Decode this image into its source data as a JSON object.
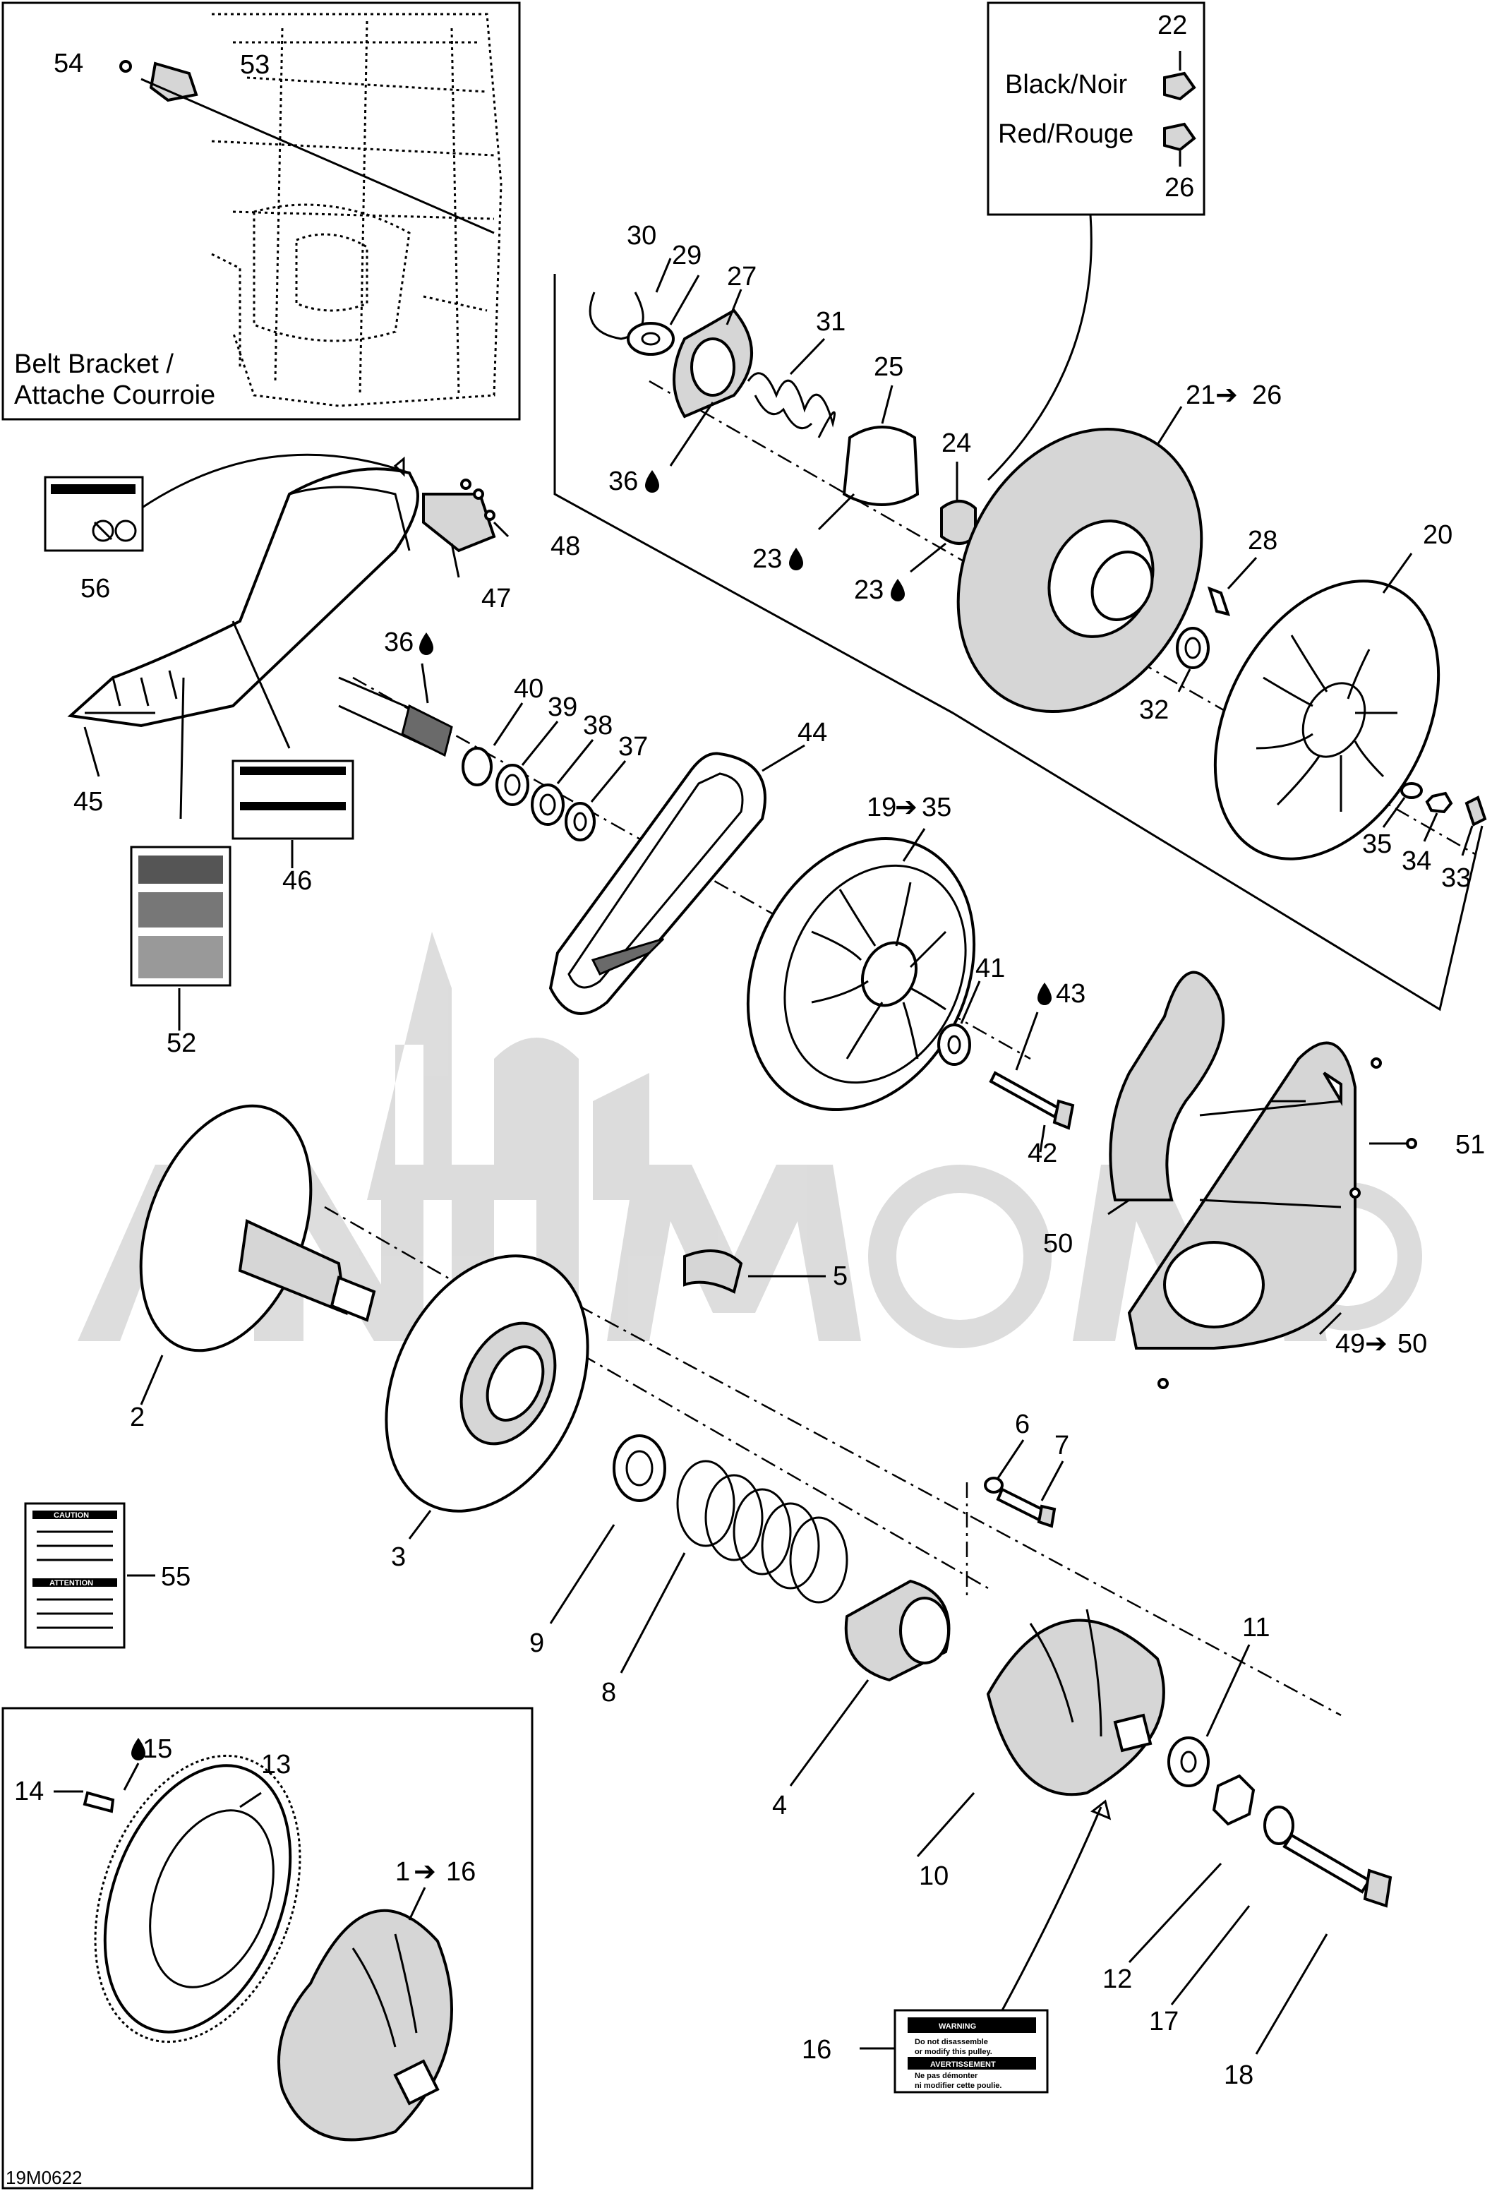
{
  "diagram_code": "19M0622",
  "inset_belt_bracket": {
    "title_line1": "Belt Bracket /",
    "title_line2": "Attache Courroie"
  },
  "color_key": {
    "black": "Black/Noir",
    "red": "Red/Rouge"
  },
  "stickers": {
    "warning": "WARNING",
    "warning_text_1": "Do not disassemble",
    "warning_text_2": "or modify this pulley.",
    "avertissement": "AVERTISSEMENT",
    "avert_text_1": "Ne pas démonter",
    "avert_text_2": "ni modifier cette poulie.",
    "caution": "CAUTION",
    "attention": "ATTENTION"
  },
  "labels": {
    "l1": "1",
    "l1to16": "16",
    "l2": "2",
    "l3": "3",
    "l4": "4",
    "l5": "5",
    "l6": "6",
    "l7": "7",
    "l8": "8",
    "l9": "9",
    "l10": "10",
    "l11": "11",
    "l12": "12",
    "l13": "13",
    "l14": "14",
    "l15": "15",
    "l16": "16",
    "l17": "17",
    "l18": "18",
    "l19": "19",
    "l19to35": "35",
    "l20": "20",
    "l21": "21",
    "l21to26": "26",
    "l22": "22",
    "l23a": "23",
    "l23b": "23",
    "l24": "24",
    "l25": "25",
    "l26": "26",
    "l27": "27",
    "l28": "28",
    "l29": "29",
    "l30": "30",
    "l31": "31",
    "l32": "32",
    "l33": "33",
    "l34": "34",
    "l35": "35",
    "l36a": "36",
    "l36b": "36",
    "l37": "37",
    "l38": "38",
    "l39": "39",
    "l40": "40",
    "l41": "41",
    "l42": "42",
    "l43": "43",
    "l44": "44",
    "l45": "45",
    "l46": "46",
    "l47": "47",
    "l48": "48",
    "l49": "49",
    "l49to50": "50",
    "l50": "50",
    "l51": "51",
    "l52": "52",
    "l53": "53",
    "l54": "54",
    "l55": "55",
    "l56": "56"
  }
}
